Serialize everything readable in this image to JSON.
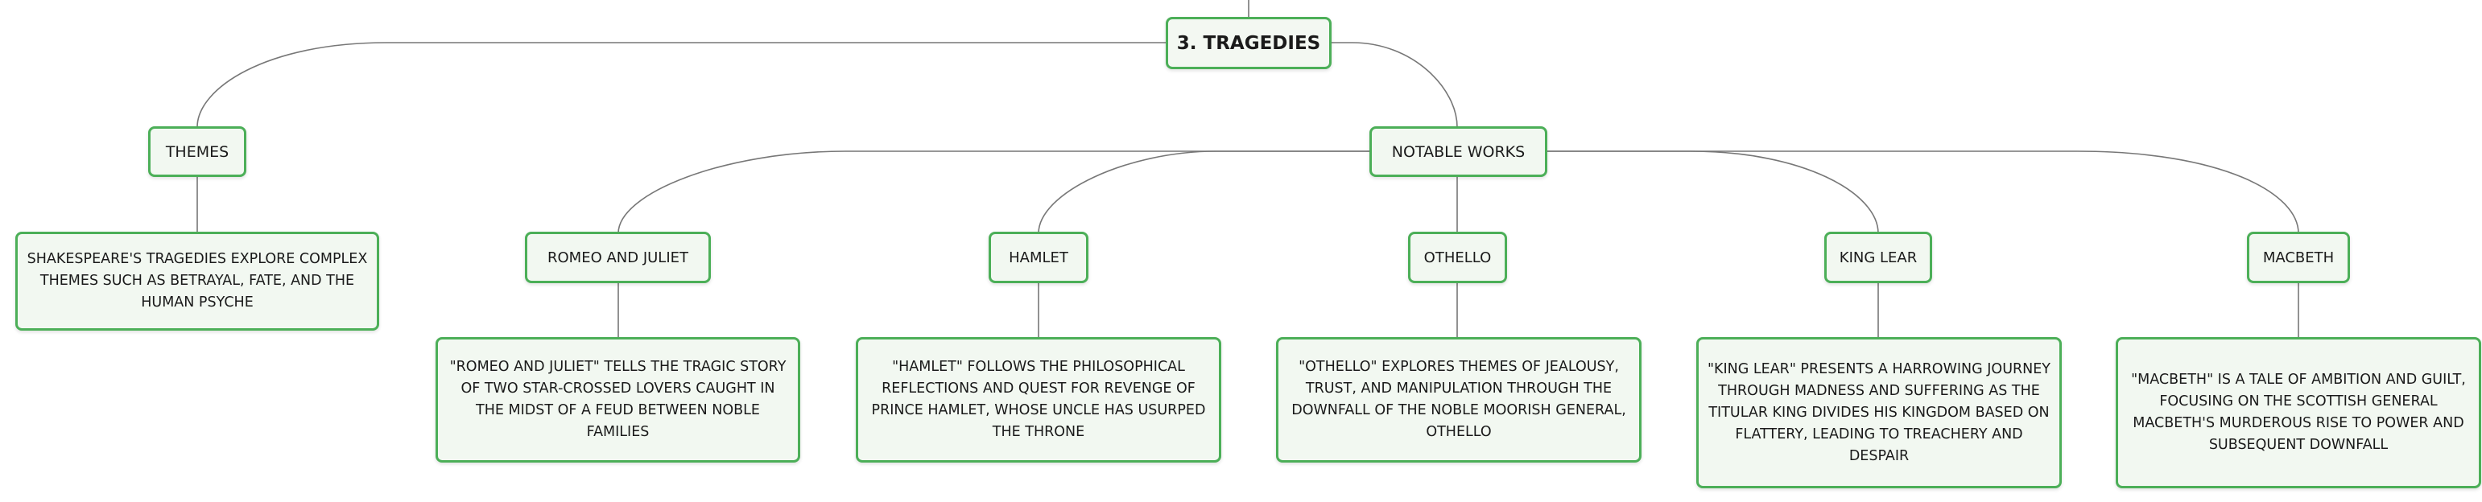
{
  "mindmap": {
    "root": {
      "label": "3. Tragedies"
    },
    "themes": {
      "label": "Themes",
      "description": "Shakespeare's tragedies explore complex themes such as betrayal, fate, and the human psyche"
    },
    "notable_works": {
      "label": "Notable Works",
      "works": [
        {
          "title": "Romeo and Juliet",
          "description": "\"Romeo and Juliet\" tells the tragic story of two star-crossed lovers caught in the midst of a feud between noble families"
        },
        {
          "title": "Hamlet",
          "description": "\"Hamlet\" follows the philosophical reflections and quest for revenge of Prince Hamlet, whose uncle has usurped the throne"
        },
        {
          "title": "Othello",
          "description": "\"Othello\" explores themes of jealousy, trust, and manipulation through the downfall of the noble Moorish general, Othello"
        },
        {
          "title": "King Lear",
          "description": "\"King Lear\" presents a harrowing journey through madness and suffering as the titular king divides his kingdom based on flattery, leading to treachery and despair"
        },
        {
          "title": "Macbeth",
          "description": "\"Macbeth\" is a tale of ambition and guilt, focusing on the Scottish general Macbeth's murderous rise to power and subsequent downfall"
        }
      ]
    }
  }
}
